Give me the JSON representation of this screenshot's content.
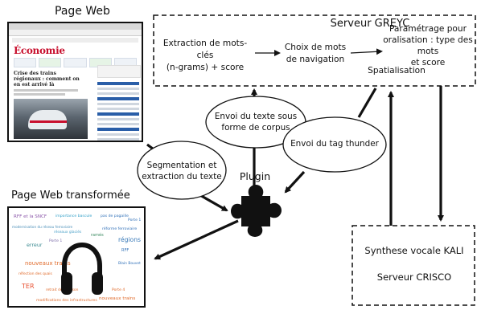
{
  "labels": {
    "page_web": "Page Web",
    "page_web_transformee": "Page Web transformée",
    "serveur_greyc": "Serveur GREYC",
    "extraction_mots_cles": "Extraction de mots-clés\n(n-grams) + score",
    "choix_mots_navigation": "Choix de mots\nde navigation",
    "parametrage": "Paramétrage pour\noralisation : type des mots\net score",
    "spatialisation": "Spatialisation",
    "envoi_texte": "Envoi du texte sous\nforme de corpus",
    "envoi_tag": "Envoi du tag thunder",
    "segmentation": "Segmentation et\nextraction du texte",
    "plugin": "Plugin",
    "synthese_vocale": "Synthese vocale KALI",
    "serveur_crisco": "Serveur CRISCO"
  },
  "screenshot": {
    "brand_prefix": "",
    "brand": "Économie",
    "headline": "Crise des trains régionaux : comment on en est arrivé là"
  },
  "word_cloud": [
    {
      "text": "RFF et la SNCF",
      "color": "#8a55a8"
    },
    {
      "text": "importance bascule",
      "color": "#33a0c8"
    },
    {
      "text": "pas de pagaille",
      "color": "#3070b8"
    },
    {
      "text": "Porte 1",
      "color": "#3070b8"
    },
    {
      "text": "modernisation du réseau ferroviaire",
      "color": "#4a8fb8"
    },
    {
      "text": "réforme ferroviaire",
      "color": "#3070b8"
    },
    {
      "text": "réseaux glaciés",
      "color": "#4aa0c8"
    },
    {
      "text": "ramés",
      "color": "#3a8a60"
    },
    {
      "text": "Porte 1",
      "color": "#7a6aa8"
    },
    {
      "text": "régions",
      "color": "#3a7ab8"
    },
    {
      "text": "erreur",
      "color": "#3a8a90"
    },
    {
      "text": "RFF",
      "color": "#3070b8"
    },
    {
      "text": "nouveaux trains",
      "color": "#e06a2a"
    },
    {
      "text": "Blain Bouvet",
      "color": "#3070b8"
    },
    {
      "text": "réfection des quais",
      "color": "#e06a2a"
    },
    {
      "text": "TER",
      "color": "#e85030"
    },
    {
      "text": "retrait de livraison",
      "color": "#e06a2a"
    },
    {
      "text": "Porte 4",
      "color": "#e06a2a"
    },
    {
      "text": "modifications des infrastructures",
      "color": "#e06a2a"
    },
    {
      "text": "nouveaux trains",
      "color": "#e06a2a"
    }
  ]
}
